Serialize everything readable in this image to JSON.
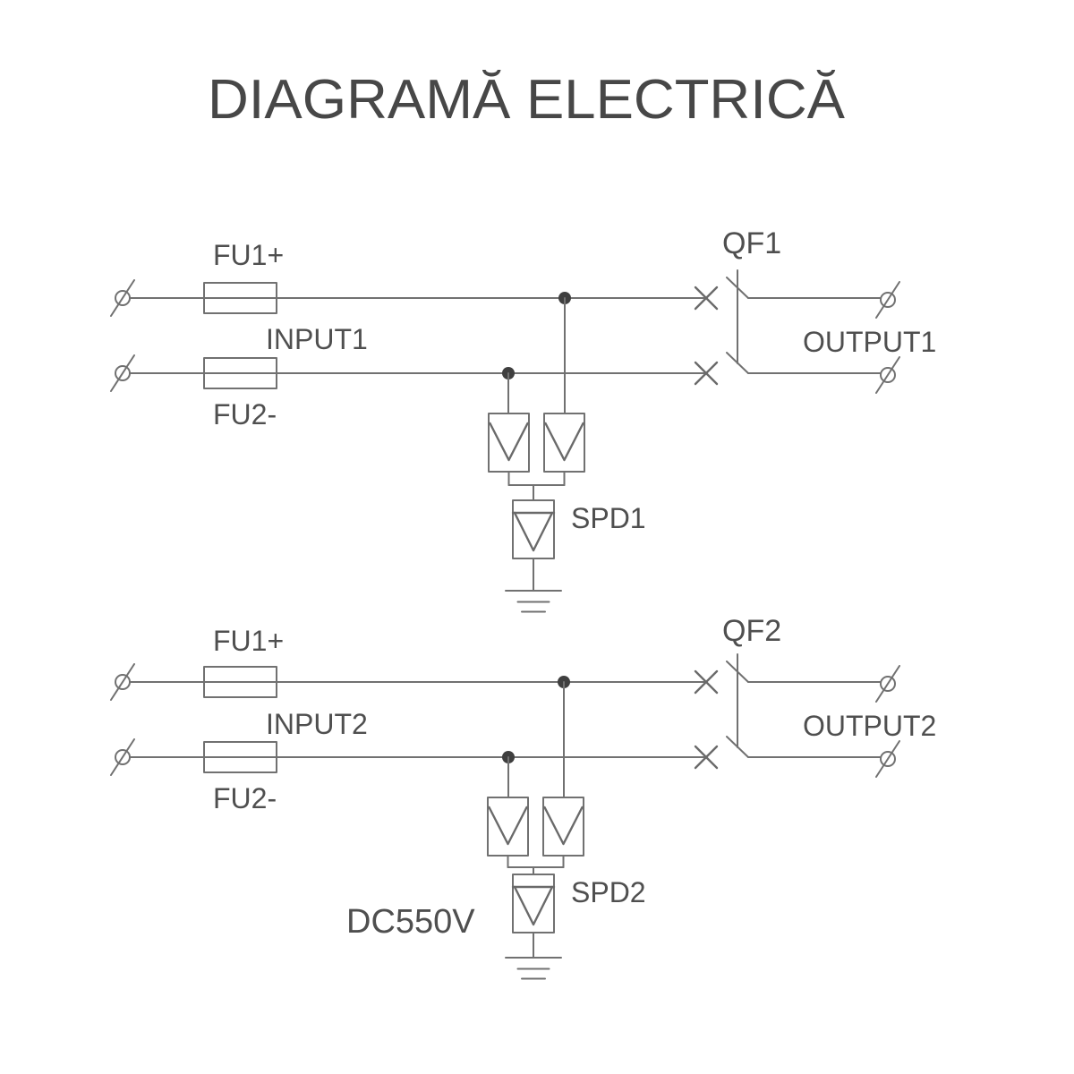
{
  "title": "DIAGRAMĂ ELECTRICĂ",
  "colors": {
    "background": "#ffffff",
    "wire": "#717171",
    "junction_dot": "#3f3f3f",
    "label_text": "#4f4f4f",
    "title_text": "#474747"
  },
  "circuit1": {
    "fuse_top_label": "FU1+",
    "input_label": "INPUT1",
    "fuse_bottom_label": "FU2-",
    "breaker_label": "QF1",
    "output_label": "OUTPUT1",
    "spd_label": "SPD1"
  },
  "circuit2": {
    "fuse_top_label": "FU1+",
    "input_label": "INPUT2",
    "fuse_bottom_label": "FU2-",
    "breaker_label": "QF2",
    "output_label": "OUTPUT2",
    "spd_label": "SPD2",
    "voltage_label": "DC550V"
  }
}
